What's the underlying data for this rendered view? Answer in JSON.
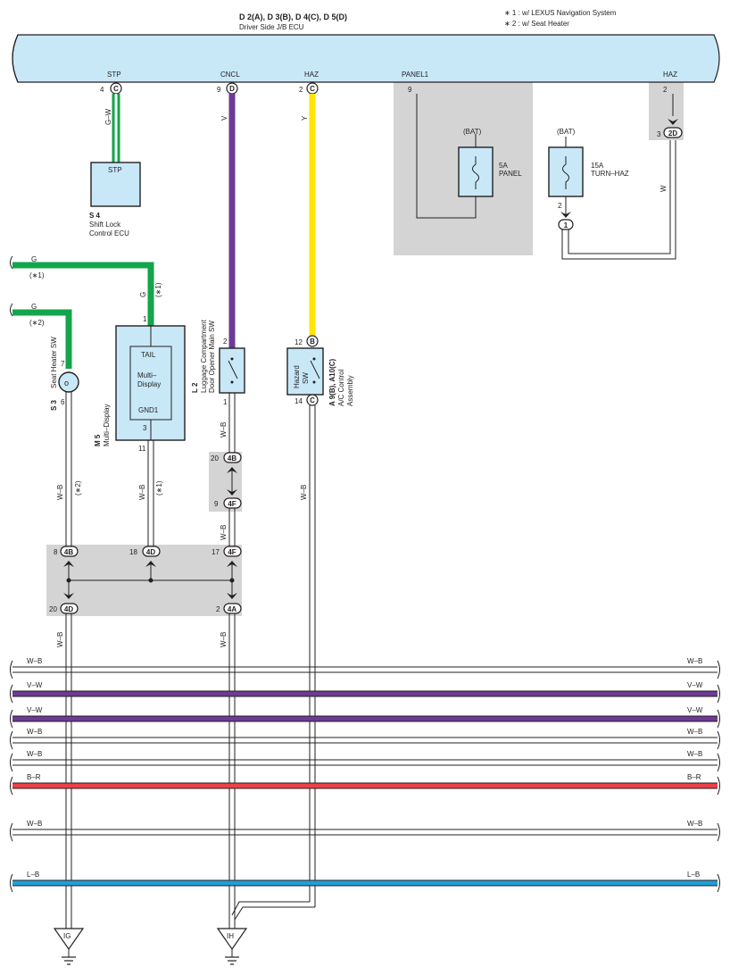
{
  "title": {
    "connectors": "D 2(A), D 3(B), D 4(C), D 5(D)",
    "name": "Driver Side J/B ECU"
  },
  "notes": [
    "∗ 1 : w/ LEXUS Navigation System",
    "∗ 2 : w/ Seat Heater"
  ],
  "ecu_terminals": {
    "stp": "STP",
    "cncl": "CNCL",
    "haz": "HAZ",
    "panel1": "PANEL1",
    "haz2": "HAZ"
  },
  "ecu_pins": {
    "stp_num": "4",
    "stp_conn": "C",
    "cncl_num": "9",
    "cncl_conn": "D",
    "haz_num": "2",
    "haz_conn": "C",
    "panel1_num": "9",
    "haz2_num": "2"
  },
  "wire_colors": {
    "stp": "G–W",
    "cncl": "V",
    "haz": "Y",
    "haz2": "W",
    "g": "G",
    "wb": "W–B"
  },
  "colors": {
    "ecu_fill": "#c8e8f8",
    "component_fill": "#c8e8f8",
    "shade": "#d4d4d4",
    "green": "#13a54b",
    "purple": "#6d3a96",
    "yellow": "#ffe600",
    "red": "#ee4048",
    "blue": "#1f9fd8"
  },
  "s4": {
    "label": "STP",
    "ref": "S 4",
    "name1": "Shift Lock",
    "name2": "Control ECU"
  },
  "fuse_panel": {
    "bat": "(BAT)",
    "rating": "5A",
    "name": "PANEL"
  },
  "fuse_turn": {
    "bat": "(BAT)",
    "rating": "15A",
    "name": "TURN–HAZ",
    "pin": "2",
    "conn": "1"
  },
  "junction_2d": {
    "pin": "3",
    "conn": "2D"
  },
  "g_lines": [
    {
      "label": "G",
      "note": "(∗1)"
    },
    {
      "label": "G",
      "note": "(∗2)"
    }
  ],
  "m5": {
    "note": "(∗1)",
    "pin_top": "1",
    "tail": "TAIL",
    "multi1": "Multi–",
    "multi2": "Display",
    "gnd": "GND1",
    "pin_bottom": "3",
    "pin_11": "11",
    "ref": "M 5",
    "name": "Multi–Display",
    "wire_note": "(∗1)"
  },
  "s3": {
    "pin_top": "7",
    "pin_bottom": "6",
    "ref": "S 3",
    "name": "Seat Heater SW",
    "wire_note": "(∗2)"
  },
  "l2": {
    "pin_top": "2",
    "pin_bottom": "1",
    "ref": "L 2",
    "name1": "Luggage Compartment",
    "name2": "Door Opener Main SW"
  },
  "a9": {
    "pin_top_num": "12",
    "pin_top_conn": "B",
    "pin_bot_num": "14",
    "pin_bot_conn": "C",
    "sw1": "Hazard",
    "sw2": "SW",
    "ref": "A 9(B), A10(C)",
    "name1": "A/C Control",
    "name2": "Assembly"
  },
  "joints": {
    "j20_4b": {
      "num": "20",
      "conn": "4B"
    },
    "j9_4f": {
      "num": "9",
      "conn": "4F"
    },
    "j8_4b": {
      "num": "8",
      "conn": "4B"
    },
    "j18_4d": {
      "num": "18",
      "conn": "4D"
    },
    "j17_4f": {
      "num": "17",
      "conn": "4F"
    },
    "j20_4d": {
      "num": "20",
      "conn": "4D"
    },
    "j2_4a": {
      "num": "2",
      "conn": "4A"
    }
  },
  "buses": [
    {
      "label": "W–B",
      "color": "#ffffff"
    },
    {
      "label": "V–W",
      "color": "#6d3a96"
    },
    {
      "label": "V–W",
      "color": "#6d3a96"
    },
    {
      "label": "W–B",
      "color": "#ffffff"
    },
    {
      "label": "W–B",
      "color": "#ffffff"
    },
    {
      "label": "B–R",
      "color": "#ee4048"
    },
    {
      "label": "W–B",
      "color": "#ffffff"
    },
    {
      "label": "L–B",
      "color": "#1f9fd8"
    }
  ],
  "grounds": {
    "ig": "IG",
    "ih": "IH"
  }
}
